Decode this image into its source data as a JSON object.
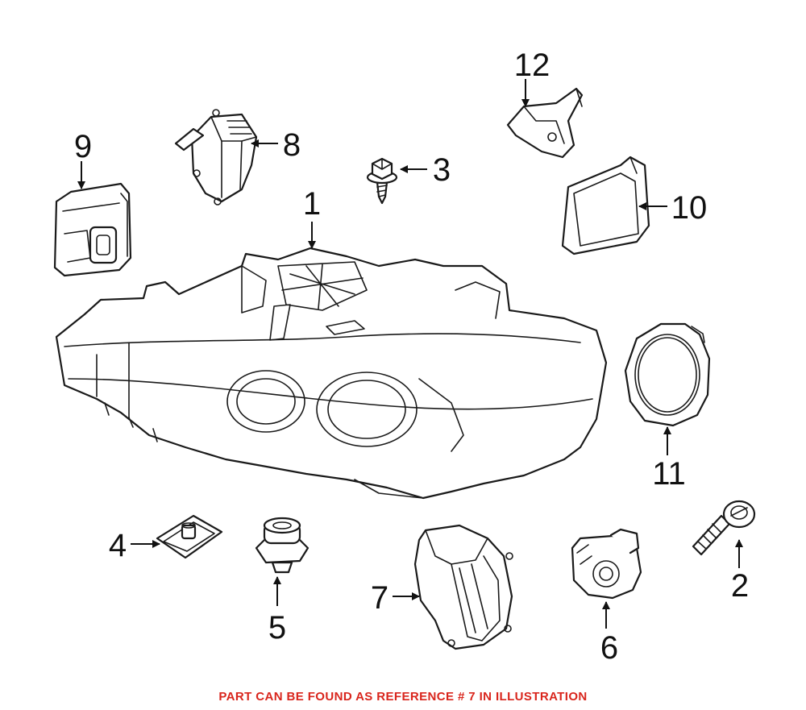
{
  "labels": {
    "p1": "1",
    "p2": "2",
    "p3": "3",
    "p4": "4",
    "p5": "5",
    "p6": "6",
    "p7": "7",
    "p8": "8",
    "p9": "9",
    "p10": "10",
    "p11": "11",
    "p12": "12"
  },
  "footer": {
    "text": "PART CAN BE FOUND AS REFERENCE # 7 IN ILLUSTRATION"
  },
  "colors": {
    "line": "#1a1a1a",
    "footer_text": "#d9251c",
    "background": "#ffffff"
  }
}
